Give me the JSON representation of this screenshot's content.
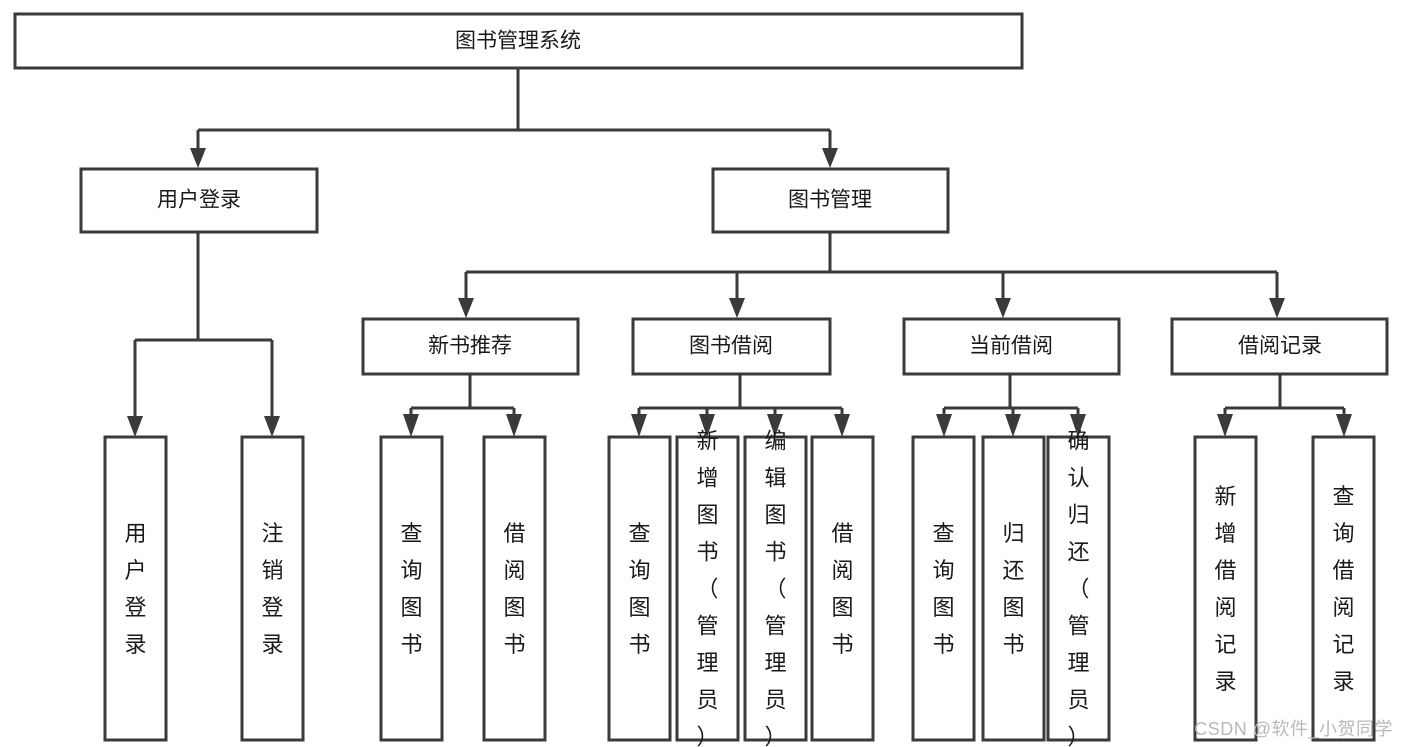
{
  "diagram": {
    "type": "tree-hierarchy",
    "title": "图书管理系统",
    "orientation": "top-down",
    "watermark": "CSDN @软件_小贺同学",
    "colors": {
      "stroke": "#3a3a3a",
      "fill": "#ffffff",
      "text": "#1a1a1a",
      "watermark": "#b9b9b9"
    },
    "levels": {
      "level1": [
        {
          "id": "root",
          "label": "图书管理系统"
        }
      ],
      "level2": [
        {
          "id": "user-login",
          "label": "用户登录",
          "parent": "root"
        },
        {
          "id": "book-management",
          "label": "图书管理",
          "parent": "root"
        }
      ],
      "level3": [
        {
          "id": "new-book-recommend",
          "label": "新书推荐",
          "parent": "book-management"
        },
        {
          "id": "book-borrow",
          "label": "图书借阅",
          "parent": "book-management"
        },
        {
          "id": "current-borrow",
          "label": "当前借阅",
          "parent": "book-management"
        },
        {
          "id": "borrow-record",
          "label": "借阅记录",
          "parent": "book-management"
        }
      ],
      "leaves": [
        {
          "id": "leaf-user-login",
          "label": "用户登录",
          "parent": "user-login"
        },
        {
          "id": "leaf-logout-login",
          "label": "注销登录",
          "parent": "user-login"
        },
        {
          "id": "leaf-query-book-1",
          "label": "查询图书",
          "parent": "new-book-recommend"
        },
        {
          "id": "leaf-borrow-book-1",
          "label": "借阅图书",
          "parent": "new-book-recommend"
        },
        {
          "id": "leaf-query-book-2",
          "label": "查询图书",
          "parent": "book-borrow"
        },
        {
          "id": "leaf-add-book",
          "label": "新增图书（管理员）",
          "parent": "book-borrow"
        },
        {
          "id": "leaf-edit-book",
          "label": "编辑图书（管理员）",
          "parent": "book-borrow"
        },
        {
          "id": "leaf-borrow-book-2",
          "label": "借阅图书",
          "parent": "book-borrow"
        },
        {
          "id": "leaf-query-book-3",
          "label": "查询图书",
          "parent": "current-borrow"
        },
        {
          "id": "leaf-return-book",
          "label": "归还图书",
          "parent": "current-borrow"
        },
        {
          "id": "leaf-confirm-return",
          "label": "确认归还（管理员）",
          "parent": "current-borrow"
        },
        {
          "id": "leaf-add-record",
          "label": "新增借阅记录",
          "parent": "borrow-record"
        },
        {
          "id": "leaf-query-record",
          "label": "查询借阅记录",
          "parent": "borrow-record"
        }
      ]
    }
  }
}
